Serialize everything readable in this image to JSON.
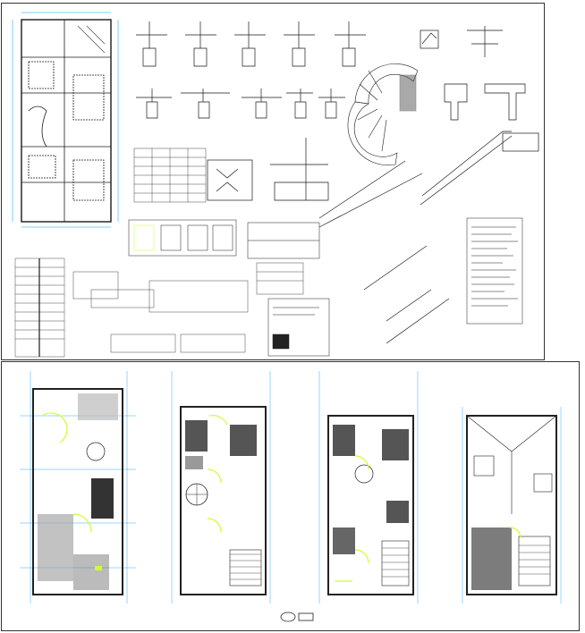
{
  "drawing": {
    "colors": {
      "line": "#1a1a1a",
      "dim": "#0099ff",
      "wall": "#222222",
      "highlight": "#ccff33",
      "hatch": "#555555"
    },
    "top_sheet": {
      "panels": [
        {
          "id": "foundation-plan",
          "kind": "plan-foundation"
        },
        {
          "id": "footing-details",
          "kind": "section-details"
        },
        {
          "id": "beam-details",
          "kind": "section-details"
        },
        {
          "id": "spiral-stair",
          "kind": "stair-plan"
        },
        {
          "id": "stair-sections",
          "kind": "stair-section"
        },
        {
          "id": "schedule-table",
          "kind": "table"
        },
        {
          "id": "general-notes",
          "kind": "notes"
        },
        {
          "id": "retaining-wall",
          "kind": "wall-elevation"
        }
      ]
    },
    "bottom_sheet": {
      "plans": [
        {
          "id": "ground-floor-plan",
          "kind": "floor-plan"
        },
        {
          "id": "first-floor-plan",
          "kind": "floor-plan"
        },
        {
          "id": "second-floor-plan",
          "kind": "floor-plan"
        },
        {
          "id": "roof-plan",
          "kind": "roof-plan"
        }
      ]
    }
  }
}
